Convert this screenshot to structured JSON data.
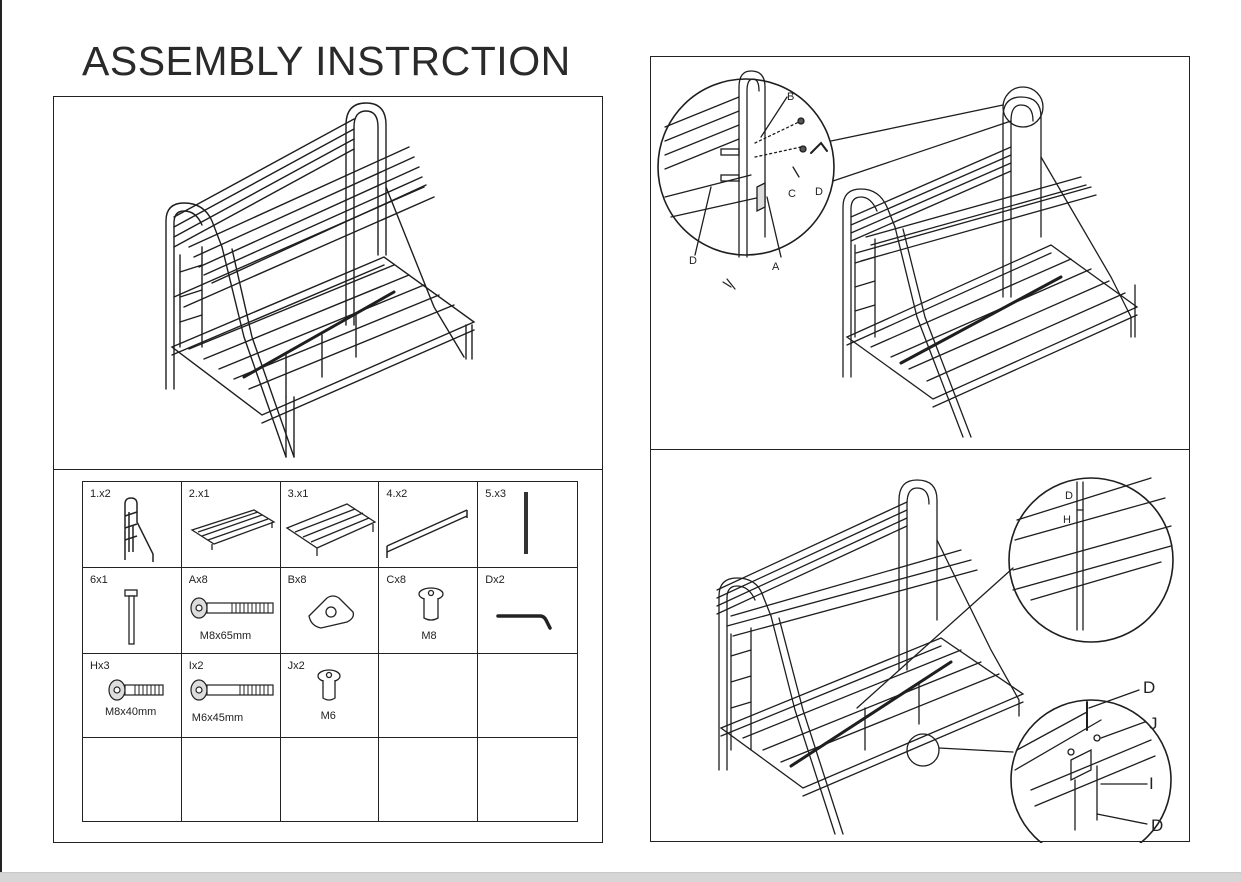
{
  "title": "ASSEMBLY INSTRCTION",
  "parts": [
    {
      "label": "1.x2",
      "icon": "ladder-end-frame-icon",
      "spec": ""
    },
    {
      "label": "2.x1",
      "icon": "top-bunk-slat-base-icon",
      "spec": ""
    },
    {
      "label": "3.x1",
      "icon": "bottom-bunk-slat-base-icon",
      "spec": ""
    },
    {
      "label": "4.x2",
      "icon": "side-rail-icon",
      "spec": ""
    },
    {
      "label": "5.x3",
      "icon": "support-leg-icon",
      "spec": ""
    },
    {
      "label": "6x1",
      "icon": "center-support-icon",
      "spec": ""
    },
    {
      "label": "Ax8",
      "icon": "long-bolt-icon",
      "spec": "M8x65mm"
    },
    {
      "label": "Bx8",
      "icon": "lock-washer-icon",
      "spec": ""
    },
    {
      "label": "Cx8",
      "icon": "cap-nut-icon",
      "spec": "M8"
    },
    {
      "label": "Dx2",
      "icon": "allen-key-icon",
      "spec": ""
    },
    {
      "label": "Hx3",
      "icon": "medium-bolt-icon",
      "spec": "M8x40mm"
    },
    {
      "label": "Ix2",
      "icon": "bolt-icon",
      "spec": "M6x45mm"
    },
    {
      "label": "Jx2",
      "icon": "small-cap-nut-icon",
      "spec": "M6"
    },
    {
      "label": "",
      "icon": "",
      "spec": ""
    },
    {
      "label": "",
      "icon": "",
      "spec": ""
    },
    {
      "label": "",
      "icon": "",
      "spec": ""
    },
    {
      "label": "",
      "icon": "",
      "spec": ""
    },
    {
      "label": "",
      "icon": "",
      "spec": ""
    },
    {
      "label": "",
      "icon": "",
      "spec": ""
    },
    {
      "label": "",
      "icon": "",
      "spec": ""
    }
  ],
  "step1_callouts": {
    "b": "B",
    "c": "C",
    "d_right": "D",
    "d_left": "D",
    "a": "A"
  },
  "step2_callouts": {
    "d_top": "D",
    "h": "H",
    "d_big": "D",
    "j": "J",
    "i": "I",
    "d_bottom": "D"
  }
}
